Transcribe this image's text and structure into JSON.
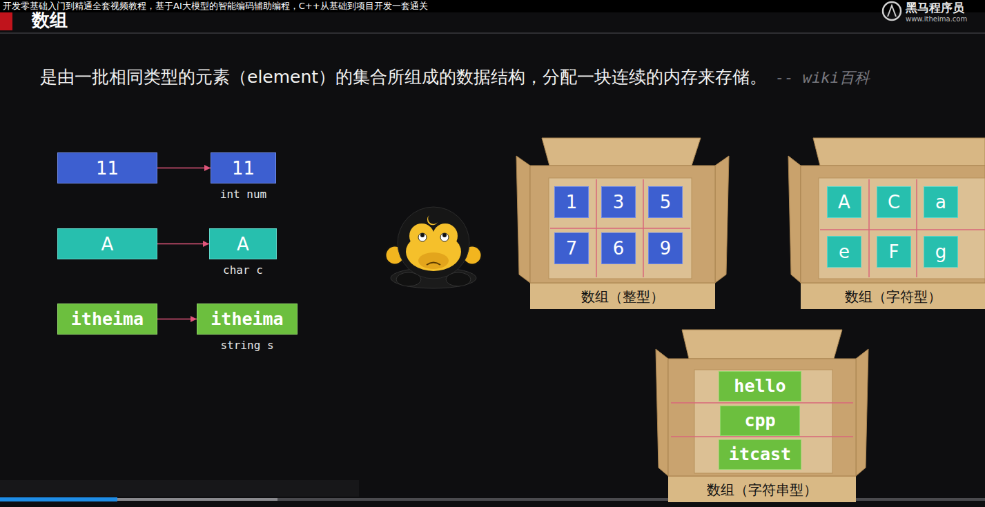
{
  "diagram": {
    "title": "数组",
    "nodes": [
      {
        "text": [
          "11"
        ]
      },
      {
        "text": [
          "11",
          "int num"
        ]
      },
      {
        "text": [
          "A"
        ]
      },
      {
        "text": [
          "A",
          "char c"
        ]
      },
      {
        "text": [
          "itheima"
        ]
      },
      {
        "text": [
          "itheima",
          "string s"
        ]
      },
      {
        "text": [
          "数组（整型）"
        ]
      },
      {
        "text": [
          "1"
        ],
        "in": 6
      },
      {
        "text": [
          "3"
        ],
        "in": 6
      },
      {
        "text": [
          "5"
        ],
        "in": 6
      },
      {
        "text": [
          "7"
        ],
        "in": 6
      },
      {
        "text": [
          "6"
        ],
        "in": 6
      },
      {
        "text": [
          "9"
        ],
        "in": 6
      },
      {
        "text": [
          "数组（字符型）"
        ]
      },
      {
        "text": [
          "A"
        ],
        "in": 13
      },
      {
        "text": [
          "C"
        ],
        "in": 13
      },
      {
        "text": [
          "a"
        ],
        "in": 13
      },
      {
        "text": [
          "e"
        ],
        "in": 13
      },
      {
        "text": [
          "F"
        ],
        "in": 13
      },
      {
        "text": [
          "g"
        ],
        "in": 13
      },
      {
        "text": [
          "数组（字符串型）"
        ]
      },
      {
        "text": [
          "hello"
        ],
        "in": 20
      },
      {
        "text": [
          "cpp"
        ],
        "in": 20
      },
      {
        "text": [
          "itcast"
        ],
        "in": 20
      }
    ],
    "edges": [
      {
        "from": 0,
        "to": 1,
        "arrow": "to"
      },
      {
        "from": 2,
        "to": 3,
        "arrow": "to"
      },
      {
        "from": 4,
        "to": 5,
        "arrow": "to"
      }
    ],
    "labels": [
      "开发零基础入门到精通全套视频教程，基于AI大模型的智能编码辅助编程，C++从基础到项目开发一套通关",
      "黑马程序员",
      "www.itheima.com",
      "是由一批相同类型的元素（element）的集合所组成的数据结构，分配一块连续的内存来存储。",
      "-- wiki百科"
    ]
  }
}
